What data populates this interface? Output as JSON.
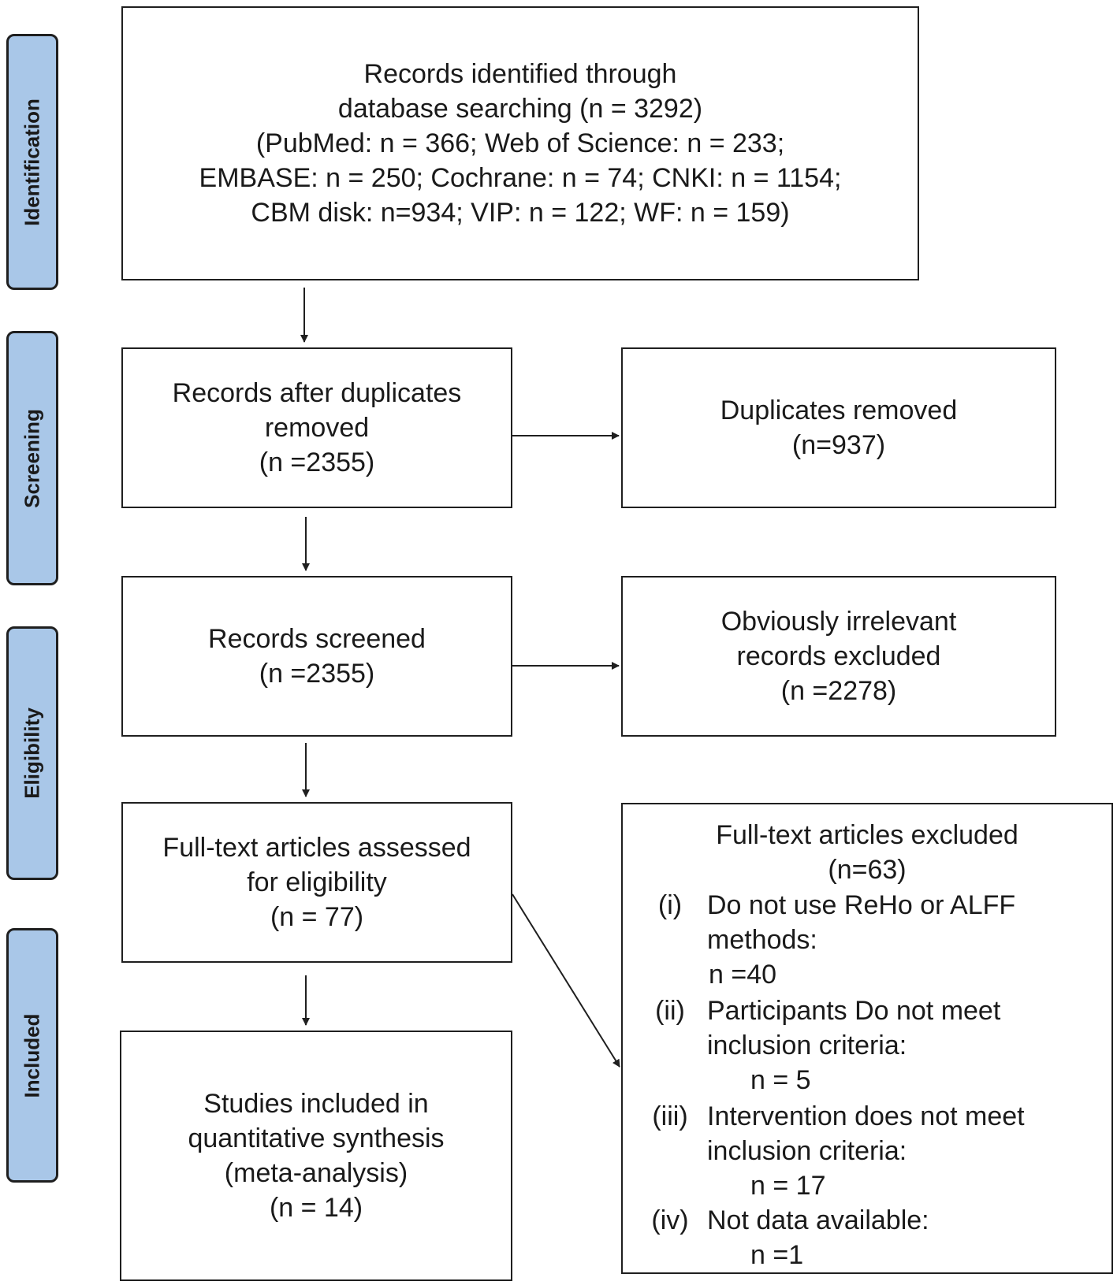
{
  "stages": [
    "Identification",
    "Screening",
    "Eligibility",
    "Included"
  ],
  "identification_box": [
    "Records identified through",
    "database searching (n = 3292)",
    "(PubMed: n = 366; Web of Science: n = 233;",
    "EMBASE: n = 250; Cochrane: n = 74; CNKI: n = 1154;",
    "CBM disk: n=934; VIP: n = 122; WF: n = 159)"
  ],
  "after_duplicates_box": [
    "Records after duplicates",
    "removed",
    "(n =2355)"
  ],
  "duplicates_removed_box": [
    "Duplicates removed",
    "(n=937)"
  ],
  "records_screened_box": [
    "Records screened",
    "(n =2355)"
  ],
  "irrelevant_excluded_box": [
    "Obviously irrelevant",
    "records excluded",
    "(n =2278)"
  ],
  "fulltext_assessed_box": [
    "Full-text articles assessed",
    "for eligibility",
    "(n = 77)"
  ],
  "included_box": [
    "Studies included in",
    "quantitative synthesis",
    "(meta-analysis)",
    "(n = 14)"
  ],
  "fulltext_excluded": {
    "title": "Full-text articles excluded",
    "count": "(n=63)",
    "reasons": [
      {
        "num": "(i)",
        "lines": [
          "Do not use ReHo or ALFF",
          "methods:",
          "n =40"
        ]
      },
      {
        "num": "(ii)",
        "lines": [
          "Participants Do not meet",
          "inclusion criteria:",
          "n = 5"
        ]
      },
      {
        "num": "(iii)",
        "lines": [
          "Intervention does not meet",
          "inclusion criteria:",
          "n = 17"
        ]
      },
      {
        "num": "(iv)",
        "lines": [
          "Not data available:",
          "n =1"
        ]
      }
    ]
  }
}
